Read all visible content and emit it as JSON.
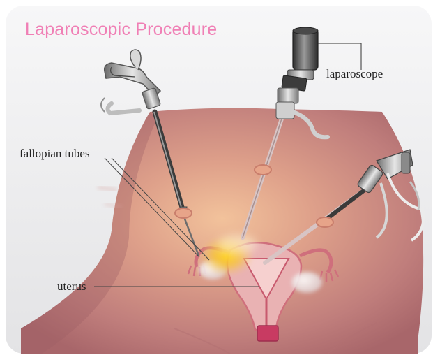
{
  "figure": {
    "title": "Laparoscopic Procedure",
    "labels": {
      "laparoscope": "laparoscope",
      "fallopian_tubes": "fallopian tubes",
      "uterus": "uterus"
    }
  },
  "colors": {
    "title": "#f07fb5",
    "background": "#eeeeef",
    "body": "#c98d88",
    "uterus": "#e7b4b6",
    "glow": "#f5c200"
  }
}
